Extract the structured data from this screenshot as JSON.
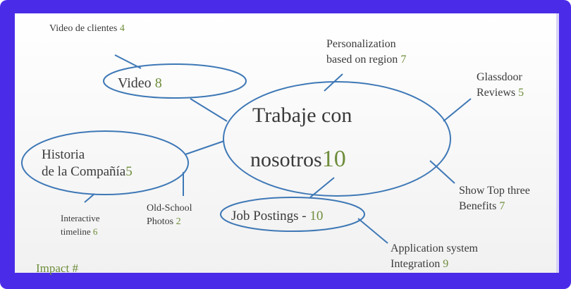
{
  "colors": {
    "frame": "#4a2ce8",
    "line": "#3e78b6",
    "number": "#6e8d3b",
    "text": "#3a3a3a"
  },
  "center": {
    "line1": "Trabaje con",
    "line2": "nosotros",
    "value": "10"
  },
  "nodes": {
    "video": {
      "label": "Video",
      "value": "8"
    },
    "historia": {
      "line1": "Historia",
      "line2": "de la Compañía",
      "value": "5"
    },
    "jobs": {
      "label": "Job Postings -",
      "value": "10"
    }
  },
  "leaves": {
    "video_clientes": {
      "label": "Video de clientes",
      "value": "4"
    },
    "personalization": {
      "line1": "Personalization",
      "line2": "based on region",
      "value": "7"
    },
    "glassdoor": {
      "line1": "Glassdoor",
      "line2": "Reviews",
      "value": "5"
    },
    "benefits": {
      "line1": "Show Top three",
      "line2": "Benefits",
      "value": "7"
    },
    "application": {
      "line1": "Application system",
      "line2": "Integration",
      "value": "9"
    },
    "timeline": {
      "line1": "Interactive",
      "line2": "timeline",
      "value": "6"
    },
    "photos": {
      "line1": "Old-School",
      "line2": "Photos",
      "value": "2"
    }
  },
  "legend": "Impact #"
}
